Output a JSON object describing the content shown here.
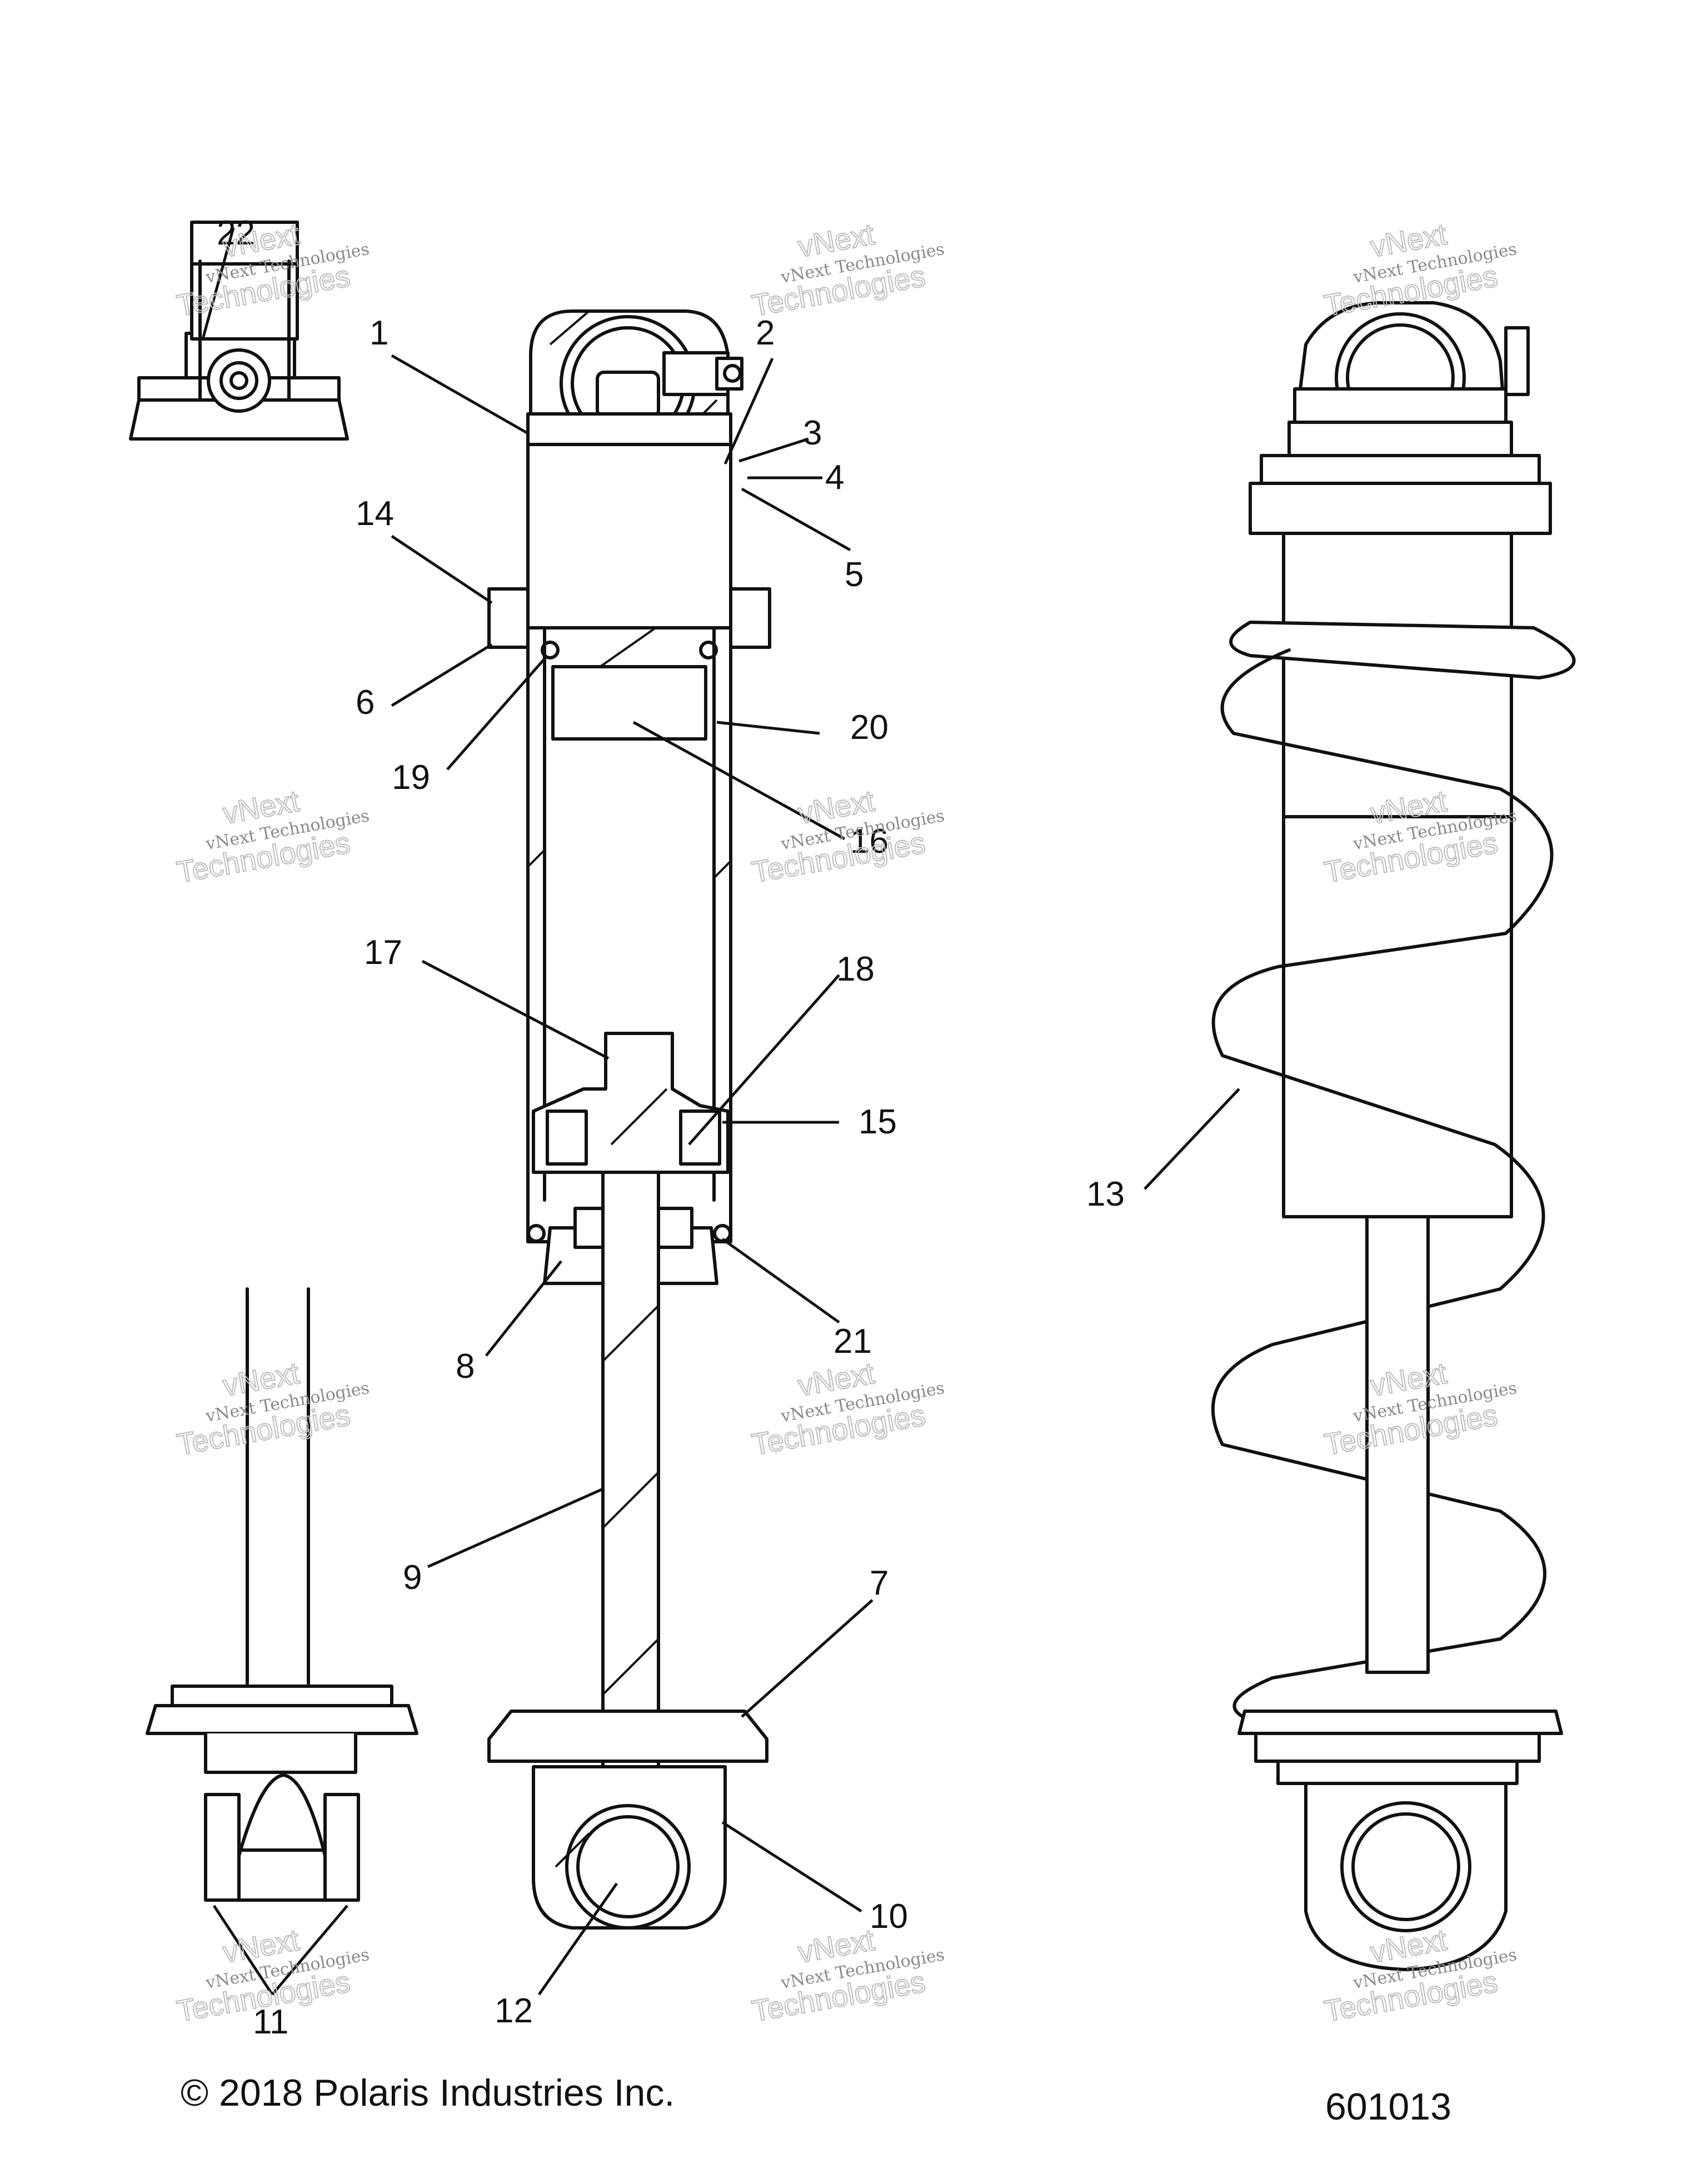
{
  "callouts": {
    "c1": "1",
    "c2": "2",
    "c3": "3",
    "c4": "4",
    "c5": "5",
    "c6": "6",
    "c7": "7",
    "c8": "8",
    "c9": "9",
    "c10": "10",
    "c11": "11",
    "c12": "12",
    "c13": "13",
    "c14": "14",
    "c15": "15",
    "c16": "16",
    "c17": "17",
    "c18": "18",
    "c19": "19",
    "c20": "20",
    "c21": "21",
    "c22": "22"
  },
  "footer": {
    "copyright": "© 2018 Polaris Industries Inc.",
    "diagram_number": "601013"
  },
  "watermark": {
    "line1": "vNext Technologies",
    "line2": "vNext",
    "line3": "Technologies"
  }
}
